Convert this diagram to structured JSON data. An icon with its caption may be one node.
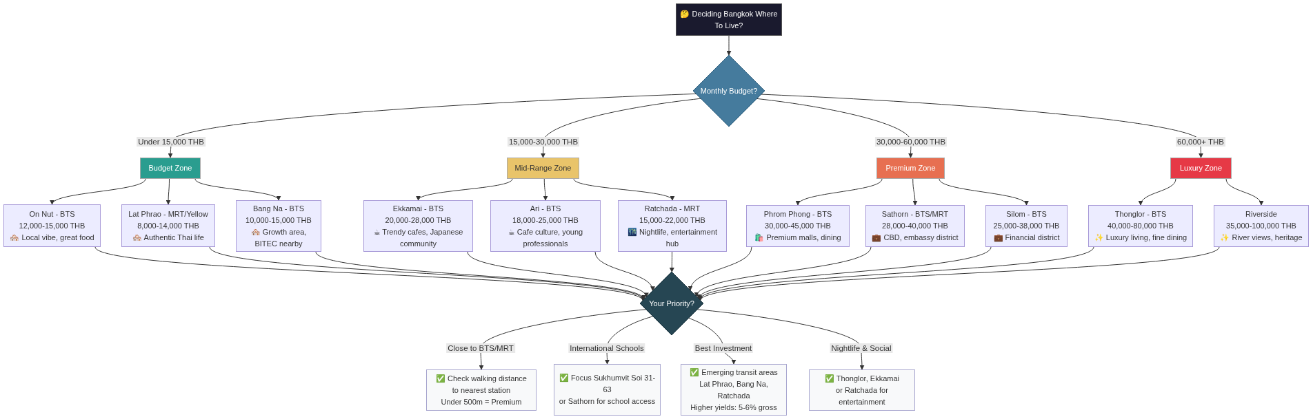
{
  "diagram": {
    "nodes": [
      {
        "text": [
          "🤔 Deciding Bangkok Where To Live?"
        ]
      },
      {
        "text": [
          "Monthly Budget?"
        ]
      },
      {
        "text": [
          "Budget Zone"
        ]
      },
      {
        "text": [
          "Mid-Range Zone"
        ]
      },
      {
        "text": [
          "Premium Zone"
        ]
      },
      {
        "text": [
          "Luxury Zone"
        ]
      },
      {
        "text": [
          "On Nut - BTS",
          "12,000-15,000 THB",
          "🏘️ Local vibe, great food"
        ]
      },
      {
        "text": [
          "Lat Phrao - MRT/Yellow",
          "8,000-14,000 THB",
          "🏘️ Authentic Thai life"
        ]
      },
      {
        "text": [
          "Bang Na - BTS",
          "10,000-15,000 THB",
          "🏘️ Growth area, BITEC nearby"
        ]
      },
      {
        "text": [
          "Ekkamai - BTS",
          "20,000-28,000 THB",
          "☕ Trendy cafes, Japanese community"
        ]
      },
      {
        "text": [
          "Ari - BTS",
          "18,000-25,000 THB",
          "☕ Cafe culture, young professionals"
        ]
      },
      {
        "text": [
          "Ratchada - MRT",
          "15,000-22,000 THB",
          "🌃 Nightlife, entertainment hub"
        ]
      },
      {
        "text": [
          "Phrom Phong - BTS",
          "30,000-45,000 THB",
          "🛍️ Premium malls, dining"
        ]
      },
      {
        "text": [
          "Sathorn - BTS/MRT",
          "28,000-40,000 THB",
          "💼 CBD, embassy district"
        ]
      },
      {
        "text": [
          "Silom - BTS",
          "25,000-38,000 THB",
          "💼 Financial district"
        ]
      },
      {
        "text": [
          "Thonglor - BTS",
          "40,000-80,000 THB",
          "✨ Luxury living, fine dining"
        ]
      },
      {
        "text": [
          "Riverside",
          "35,000-100,000 THB",
          "✨ River views, heritage"
        ]
      },
      {
        "text": [
          "Your Priority?"
        ]
      },
      {
        "text": [
          "✅ Check walking distance",
          "to nearest station",
          "Under 500m = Premium"
        ]
      },
      {
        "text": [
          "✅ Focus Sukhumvit Soi 31-63",
          "or Sathorn for school access"
        ]
      },
      {
        "text": [
          "✅ Emerging transit areas",
          "Lat Phrao, Bang Na, Ratchada",
          "Higher yields: 5-6% gross"
        ]
      },
      {
        "text": [
          "✅ Thonglor, Ekkamai",
          "or Ratchada for entertainment"
        ]
      }
    ],
    "edges": [
      {
        "from": 0,
        "to": 1,
        "arrow": "to"
      },
      {
        "from": 1,
        "to": 2,
        "arrow": "to",
        "label": "Under 15,000 THB"
      },
      {
        "from": 1,
        "to": 3,
        "arrow": "to",
        "label": "15,000-30,000 THB"
      },
      {
        "from": 1,
        "to": 4,
        "arrow": "to",
        "label": "30,000-60,000 THB"
      },
      {
        "from": 1,
        "to": 5,
        "arrow": "to",
        "label": "60,000+ THB"
      },
      {
        "from": 2,
        "to": 6,
        "arrow": "to"
      },
      {
        "from": 2,
        "to": 7,
        "arrow": "to"
      },
      {
        "from": 2,
        "to": 8,
        "arrow": "to"
      },
      {
        "from": 3,
        "to": 9,
        "arrow": "to"
      },
      {
        "from": 3,
        "to": 10,
        "arrow": "to"
      },
      {
        "from": 3,
        "to": 11,
        "arrow": "to"
      },
      {
        "from": 4,
        "to": 12,
        "arrow": "to"
      },
      {
        "from": 4,
        "to": 13,
        "arrow": "to"
      },
      {
        "from": 4,
        "to": 14,
        "arrow": "to"
      },
      {
        "from": 5,
        "to": 15,
        "arrow": "to"
      },
      {
        "from": 5,
        "to": 16,
        "arrow": "to"
      },
      {
        "from": 6,
        "to": 17,
        "arrow": "to"
      },
      {
        "from": 7,
        "to": 17,
        "arrow": "to"
      },
      {
        "from": 8,
        "to": 17,
        "arrow": "to"
      },
      {
        "from": 9,
        "to": 17,
        "arrow": "to"
      },
      {
        "from": 10,
        "to": 17,
        "arrow": "to"
      },
      {
        "from": 11,
        "to": 17,
        "arrow": "to"
      },
      {
        "from": 12,
        "to": 17,
        "arrow": "to"
      },
      {
        "from": 13,
        "to": 17,
        "arrow": "to"
      },
      {
        "from": 14,
        "to": 17,
        "arrow": "to"
      },
      {
        "from": 15,
        "to": 17,
        "arrow": "to"
      },
      {
        "from": 16,
        "to": 17,
        "arrow": "to"
      },
      {
        "from": 17,
        "to": 18,
        "arrow": "to",
        "label": "Close to BTS/MRT"
      },
      {
        "from": 17,
        "to": 19,
        "arrow": "to",
        "label": "International Schools"
      },
      {
        "from": 17,
        "to": 20,
        "arrow": "to",
        "label": "Best Investment"
      },
      {
        "from": 17,
        "to": 21,
        "arrow": "to",
        "label": "Nightlife & Social"
      }
    ]
  }
}
